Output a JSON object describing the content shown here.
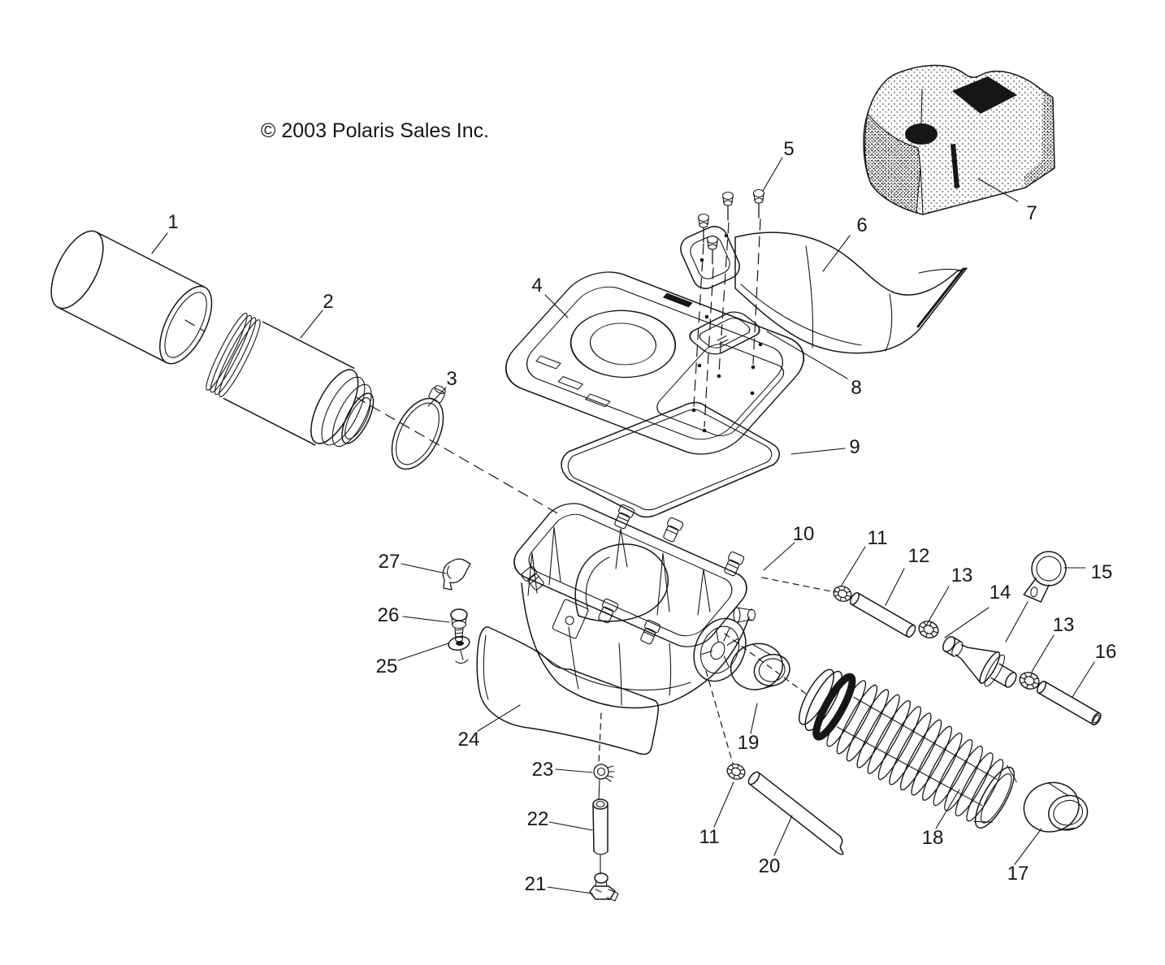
{
  "copyright": "© 2003 Polaris Sales Inc.",
  "colors": {
    "ink": "#161616",
    "paper": "#ffffff"
  },
  "callouts": [
    {
      "label": "1"
    },
    {
      "label": "2"
    },
    {
      "label": "3"
    },
    {
      "label": "4"
    },
    {
      "label": "5"
    },
    {
      "label": "6"
    },
    {
      "label": "7"
    },
    {
      "label": "8"
    },
    {
      "label": "9"
    },
    {
      "label": "10"
    },
    {
      "label": "11"
    },
    {
      "label": "12"
    },
    {
      "label": "13"
    },
    {
      "label": "14"
    },
    {
      "label": "15"
    },
    {
      "label": "13"
    },
    {
      "label": "16"
    },
    {
      "label": "17"
    },
    {
      "label": "18"
    },
    {
      "label": "19"
    },
    {
      "label": "20"
    },
    {
      "label": "11"
    },
    {
      "label": "21"
    },
    {
      "label": "22"
    },
    {
      "label": "23"
    },
    {
      "label": "24"
    },
    {
      "label": "25"
    },
    {
      "label": "26"
    },
    {
      "label": "27"
    }
  ]
}
